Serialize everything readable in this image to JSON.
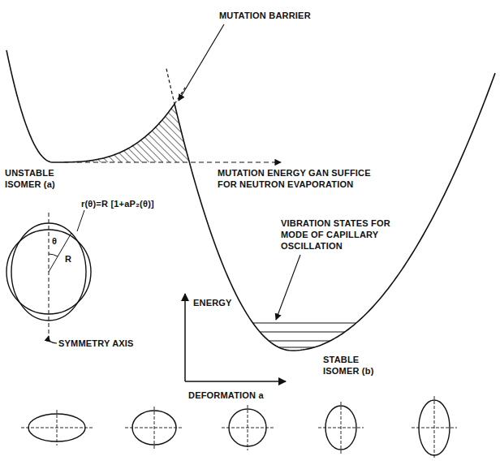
{
  "diagram": {
    "labels": [
      "MUTATION BARRIER",
      "UNSTABLE ISOMER (a)",
      "MUTATION ENERGY GAN SUFFICE FOR NEUTRON EVAPORATION",
      "VIBRATION STATES FOR MODE OF CAPILLARY OSCILLATION",
      "r(θ)=R [1+aP₂(θ)]",
      "θ",
      "R",
      "ENERGY",
      "DEFORMATION a",
      "STABLE ISOMER (b)",
      "SYMMETRY AXIS"
    ]
  }
}
